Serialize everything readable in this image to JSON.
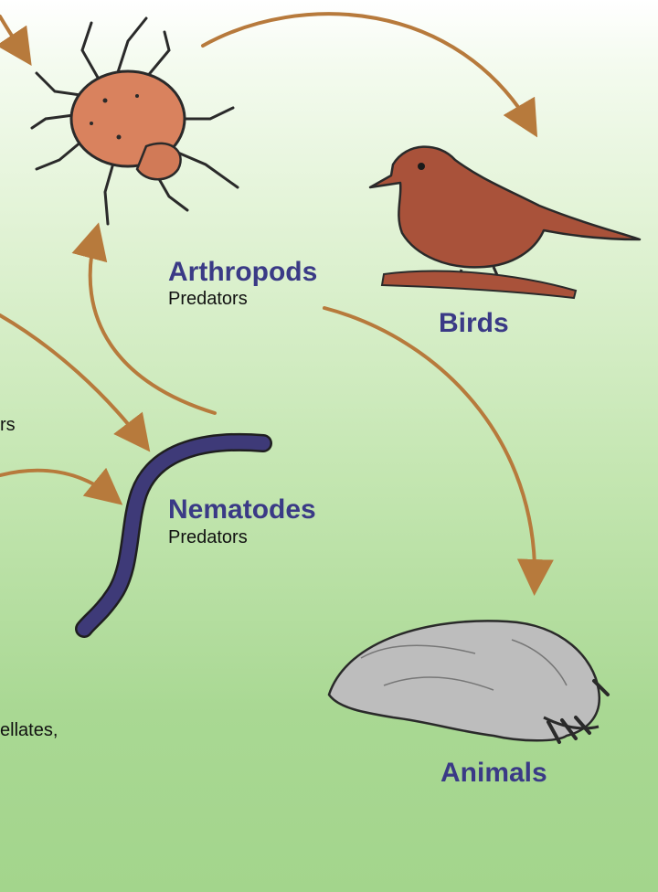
{
  "arthropods": {
    "name": "Arthropods",
    "role": "Predators"
  },
  "birds": {
    "name": "Birds"
  },
  "nematodes": {
    "name": "Nematodes",
    "role": "Predators"
  },
  "animals": {
    "name": "Animals"
  },
  "cropped_text": {
    "line1": "rs",
    "line2": "ellates,"
  },
  "colors": {
    "arrow": "#b77a3c",
    "label": "#3a3a86",
    "mite": "#d9825e",
    "bird": "#a9523a",
    "nematode": "#3e3a78",
    "mole": "#bdbdbd"
  },
  "icons": [
    "mite-icon",
    "bird-icon",
    "nematode-icon",
    "mole-icon"
  ]
}
